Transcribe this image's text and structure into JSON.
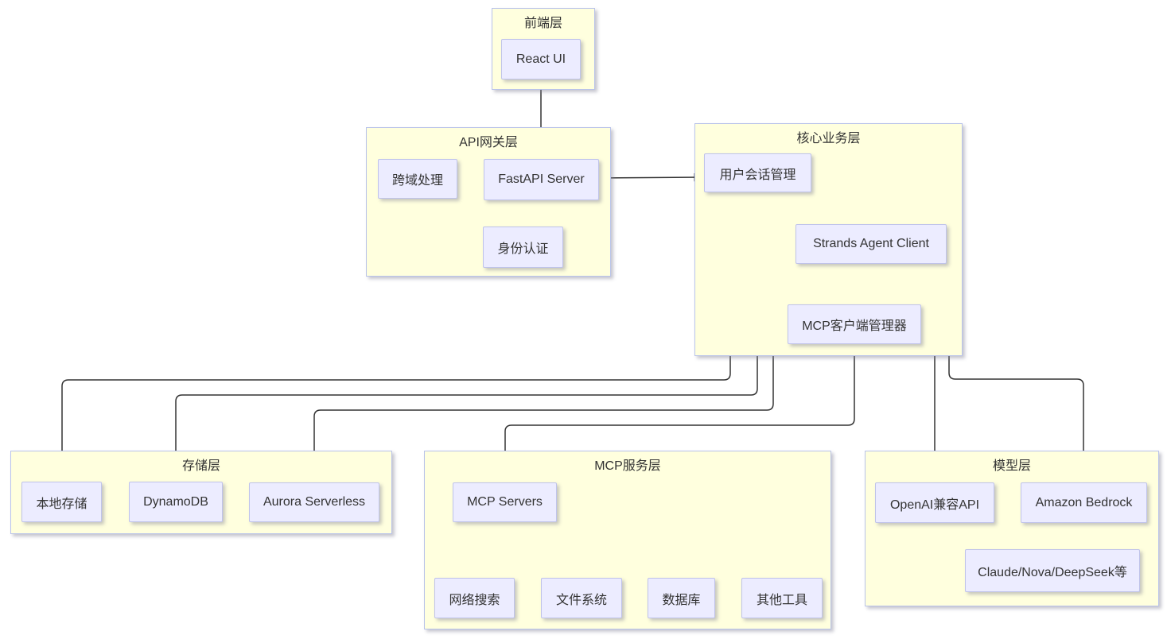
{
  "diagram": {
    "type": "flowchart-architecture",
    "background": "#ffffff",
    "colors": {
      "container_fill": "#ffffde",
      "container_border": "#b9c3ea",
      "node_fill": "#ececff",
      "node_border": "#bfc3ea",
      "edge": "#333333",
      "text": "#333333"
    },
    "containers": {
      "frontend": {
        "title": "前端层"
      },
      "api_gateway": {
        "title": "API网关层"
      },
      "core": {
        "title": "核心业务层"
      },
      "storage": {
        "title": "存储层"
      },
      "mcp": {
        "title": "MCP服务层"
      },
      "model": {
        "title": "模型层"
      }
    },
    "nodes": {
      "react_ui": {
        "label": "React UI"
      },
      "cross_domain": {
        "label": "跨域处理"
      },
      "fastapi": {
        "label": "FastAPI Server"
      },
      "auth": {
        "label": "身份认证"
      },
      "session": {
        "label": "用户会话管理"
      },
      "strands": {
        "label": "Strands Agent Client"
      },
      "mcp_client_mgr": {
        "label": "MCP客户端管理器"
      },
      "local_storage": {
        "label": "本地存储"
      },
      "dynamodb": {
        "label": "DynamoDB"
      },
      "aurora": {
        "label": "Aurora Serverless"
      },
      "mcp_servers": {
        "label": "MCP Servers"
      },
      "web_search": {
        "label": "网络搜索"
      },
      "file_system": {
        "label": "文件系统"
      },
      "database": {
        "label": "数据库"
      },
      "other_tools": {
        "label": "其他工具"
      },
      "openai": {
        "label": "OpenAI兼容API"
      },
      "bedrock": {
        "label": "Amazon Bedrock"
      },
      "claude_nova": {
        "label": "Claude/Nova/DeepSeek等"
      }
    },
    "edges": [
      {
        "from": "react_ui",
        "to": "fastapi"
      },
      {
        "from": "fastapi",
        "to": "auth"
      },
      {
        "from": "fastapi",
        "to": "session"
      },
      {
        "from": "session",
        "to": "strands"
      },
      {
        "from": "session",
        "to": "local_storage"
      },
      {
        "from": "session",
        "to": "dynamodb"
      },
      {
        "from": "strands",
        "to": "aurora"
      },
      {
        "from": "strands",
        "to": "mcp_client_mgr"
      },
      {
        "from": "strands",
        "to": "openai"
      },
      {
        "from": "strands",
        "to": "bedrock"
      },
      {
        "from": "mcp_client_mgr",
        "to": "mcp_servers"
      },
      {
        "from": "mcp_servers",
        "to": "web_search"
      },
      {
        "from": "mcp_servers",
        "to": "file_system"
      },
      {
        "from": "mcp_servers",
        "to": "database"
      },
      {
        "from": "mcp_servers",
        "to": "other_tools"
      },
      {
        "from": "openai",
        "to": "claude_nova"
      },
      {
        "from": "bedrock",
        "to": "claude_nova"
      }
    ]
  }
}
